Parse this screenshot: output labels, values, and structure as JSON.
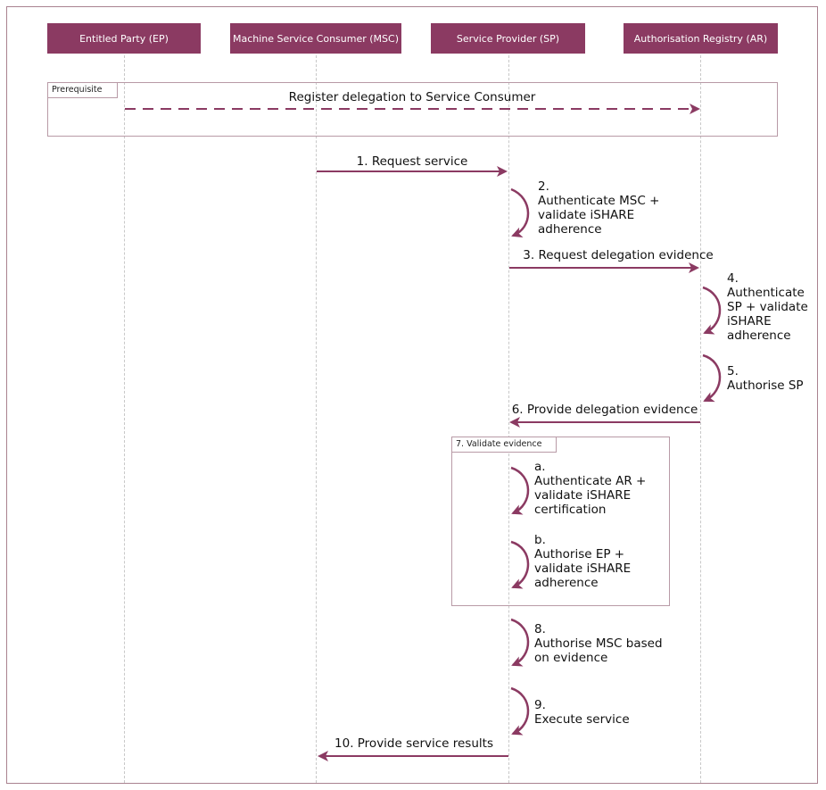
{
  "colors": {
    "accent": "#8b3a62",
    "frame": "#a9828f"
  },
  "actors": [
    {
      "label": "Entitled Party (EP)"
    },
    {
      "label": "Machine Service Consumer (MSC)"
    },
    {
      "label": "Service Provider (SP)"
    },
    {
      "label": "Authorisation Registry (AR)"
    }
  ],
  "prerequisite": {
    "title": "Prerequisite",
    "message": "Register delegation to Service Consumer"
  },
  "validate_frame": {
    "title": "7. Validate evidence"
  },
  "messages": [
    {
      "id": "m1",
      "label": "1. Request service",
      "from": "MSC",
      "to": "SP"
    },
    {
      "id": "m2",
      "label": "2.\nAuthenticate MSC +\nvalidate iSHARE\nadherence",
      "self": "SP"
    },
    {
      "id": "m3",
      "label": "3. Request delegation evidence",
      "from": "SP",
      "to": "AR"
    },
    {
      "id": "m4",
      "label": "4.\nAuthenticate\nSP + validate\niSHARE\nadherence",
      "self": "AR"
    },
    {
      "id": "m5",
      "label": "5.\nAuthorise SP",
      "self": "AR"
    },
    {
      "id": "m6",
      "label": "6. Provide delegation evidence",
      "from": "AR",
      "to": "SP"
    },
    {
      "id": "m7a",
      "label": "a.\nAuthenticate AR +\nvalidate iSHARE\ncertification",
      "self": "SP"
    },
    {
      "id": "m7b",
      "label": "b.\nAuthorise EP +\nvalidate iSHARE\nadherence",
      "self": "SP"
    },
    {
      "id": "m8",
      "label": "8.\nAuthorise MSC based\non evidence",
      "self": "SP"
    },
    {
      "id": "m9",
      "label": "9.\nExecute service",
      "self": "SP"
    },
    {
      "id": "m10",
      "label": "10. Provide service results",
      "from": "SP",
      "to": "MSC"
    }
  ]
}
